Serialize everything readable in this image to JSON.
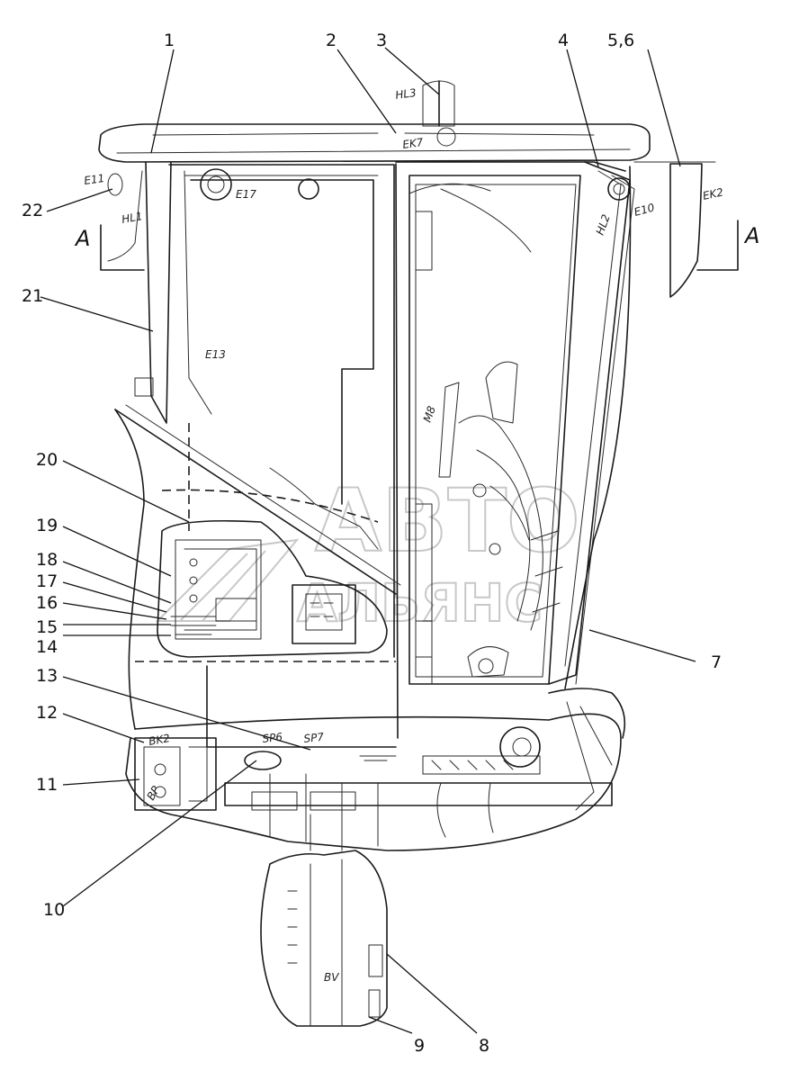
{
  "callouts": [
    "1",
    "2",
    "3",
    "4",
    "5,6",
    "7",
    "8",
    "9",
    "10",
    "11",
    "12",
    "13",
    "14",
    "15",
    "16",
    "17",
    "18",
    "19",
    "20",
    "21",
    "22"
  ],
  "component_tags": {
    "hl3": "HL3",
    "ek7": "EK7",
    "e17": "E17",
    "e11": "E11",
    "e10": "E10",
    "hl2": "HL2",
    "ek2": "EK2",
    "hl1": "HL1",
    "e13": "E13",
    "m8": "M8",
    "sp6": "SP6",
    "sp7": "SP7",
    "bk2": "BK2",
    "bp": "BP",
    "bv": "BV"
  },
  "section_mark": {
    "left": "A",
    "right": "A"
  },
  "watermark": {
    "line1": "АВТО",
    "line2": "АЛЬЯНС"
  },
  "colors": {
    "line": "#1a1a1a",
    "background": "#ffffff",
    "watermark": "#c8c8c8"
  }
}
